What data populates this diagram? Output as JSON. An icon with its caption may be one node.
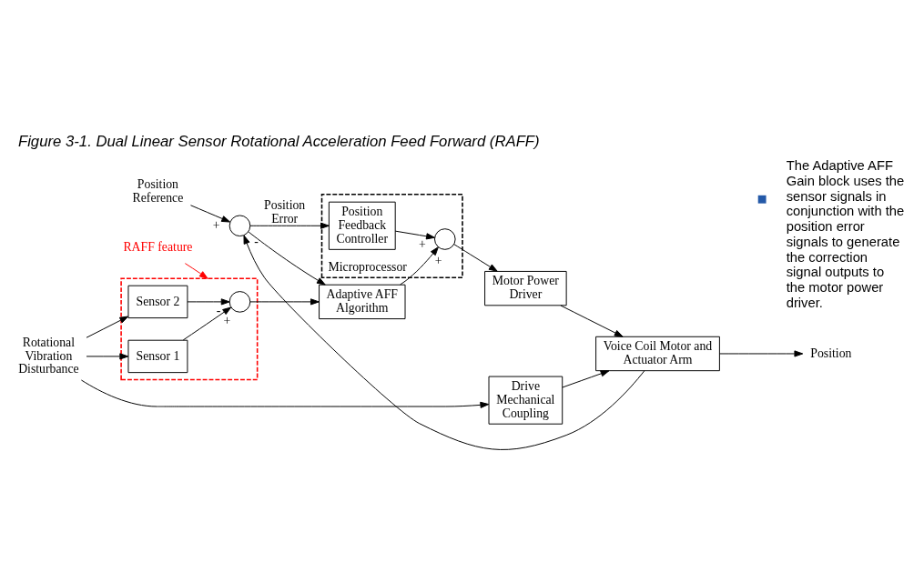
{
  "diagram": {
    "title": "Figure 3-1. Dual Linear Sensor Rotational Acceleration Feed Forward (RAFF)",
    "nodes": [
      {
        "text": [
          "Rotational Vibration Disturbance"
        ]
      },
      {
        "text": [
          "Drive Mechanical Coupling"
        ]
      },
      {
        "text": [],
        "shape": "box"
      },
      {
        "text": [
          "Sensor 1"
        ],
        "in": 2
      },
      {
        "text": [
          "Sensor 2"
        ],
        "in": 2
      },
      {
        "text": [],
        "shape": "circle",
        "in": 2
      },
      {
        "text": [
          "RAFF feature"
        ]
      },
      {
        "text": [
          "Microprocessor"
        ]
      },
      {
        "text": [
          "Adaptive AFF Algorithm"
        ]
      },
      {
        "text": [
          "Position Reference"
        ]
      },
      {
        "text": [],
        "shape": "circle"
      },
      {
        "text": [
          "Position Feedback Controller"
        ],
        "in": 7
      },
      {
        "text": [],
        "shape": "circle",
        "in": 7
      },
      {
        "text": [
          "Motor Power Driver"
        ]
      },
      {
        "text": [
          "Voice Coil Motor and Actuator Arm"
        ]
      },
      {
        "text": [
          "Position"
        ]
      }
    ],
    "edges": [
      {
        "from": 0,
        "to": 1,
        "arrow": "to"
      },
      {
        "from": 0,
        "to": 3,
        "arrow": "to"
      },
      {
        "from": 0,
        "to": 4,
        "arrow": "to"
      },
      {
        "from": 1,
        "to": 14,
        "arrow": "to"
      },
      {
        "from": 3,
        "to": 5,
        "arrow": "to",
        "label": "+"
      },
      {
        "from": 4,
        "to": 5,
        "arrow": "to",
        "label": "-"
      },
      {
        "from": 5,
        "to": 8,
        "arrow": "to"
      },
      {
        "from": 6,
        "to": 2,
        "arrow": "to",
        "color": "#ff0000"
      },
      {
        "from": 9,
        "to": 10,
        "arrow": "to",
        "label": "+"
      },
      {
        "from": 10,
        "to": 11,
        "arrow": "to",
        "label": "Position Error"
      },
      {
        "from": 10,
        "to": 8,
        "arrow": "to"
      },
      {
        "from": 8,
        "to": 12,
        "arrow": "to",
        "label": "+"
      },
      {
        "from": 11,
        "to": 12,
        "arrow": "to",
        "label": "+"
      },
      {
        "from": 12,
        "to": 13,
        "arrow": "to"
      },
      {
        "from": 13,
        "to": 14,
        "arrow": "to"
      },
      {
        "from": 14,
        "to": 15,
        "arrow": "to"
      },
      {
        "from": 14,
        "to": 10,
        "arrow": "to",
        "label": "-"
      }
    ],
    "labels": [
      "The Adaptive AFF Gain block uses the sensor signals in conjunction with the position error signals to generate the correction signal outputs to the motor power driver."
    ]
  }
}
